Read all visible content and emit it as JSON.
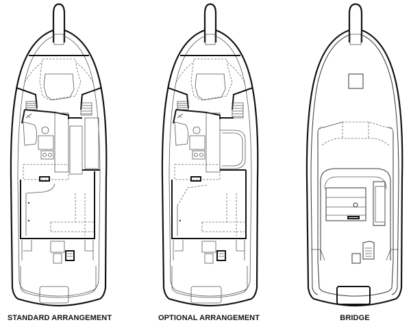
{
  "diagram": {
    "type": "boat deck plan",
    "plans": [
      {
        "id": "standard",
        "caption": "STANDARD ARRANGEMENT"
      },
      {
        "id": "optional",
        "caption": "OPTIONAL ARRANGEMENT"
      },
      {
        "id": "bridge",
        "caption": "BRIDGE"
      }
    ],
    "colors": {
      "line": "#111111",
      "background": "#ffffff"
    }
  }
}
